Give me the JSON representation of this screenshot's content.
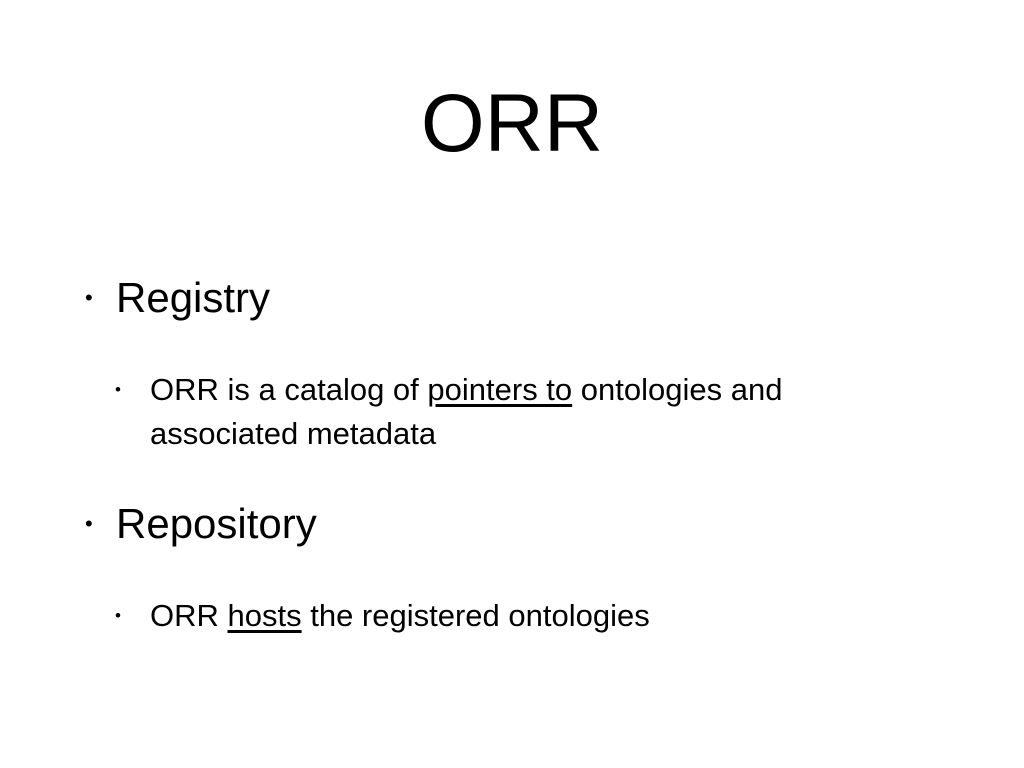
{
  "slide": {
    "title": "ORR",
    "bullet_symbol": "•",
    "registry": {
      "heading": "Registry",
      "sub": {
        "before": "ORR is a catalog of ",
        "underlined": "pointers to",
        "after_line1": " ontologies and",
        "line2": "associated metadata"
      }
    },
    "repository": {
      "heading": "Repository",
      "sub": {
        "before": "ORR ",
        "underlined": "hosts",
        "after": " the registered ontologies"
      }
    }
  }
}
